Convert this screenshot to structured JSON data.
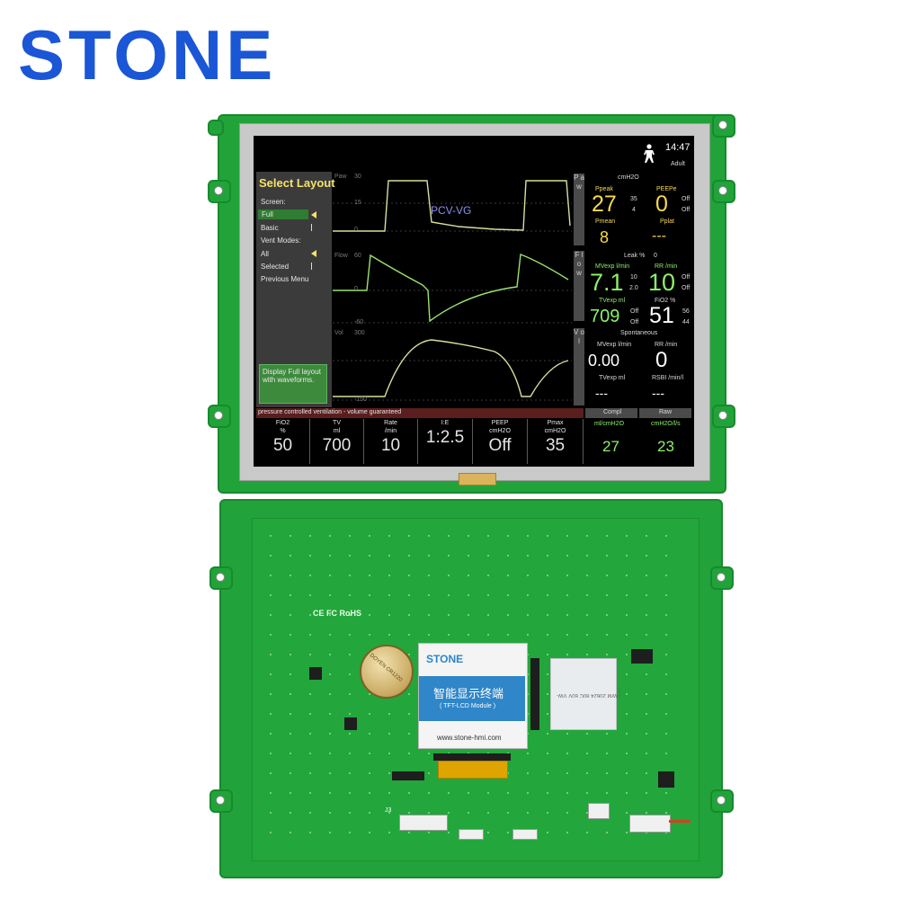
{
  "brand": {
    "name": "STONE",
    "color": "#1a56d6"
  },
  "screen": {
    "clock": "14:47",
    "patient": "Adult",
    "menu": {
      "title": "Select Layout",
      "screen_label": "Screen:",
      "full": "Full",
      "basic": "Basic",
      "vent_modes_label": "Vent Modes:",
      "all": "All",
      "selected": "Selected",
      "previous": "Previous Menu",
      "note": "Display Full layout with waveforms."
    },
    "waveforms": {
      "mode": "PCV-VG",
      "paw_label": "Paw",
      "paw_ticks": [
        "30",
        "15",
        "0"
      ],
      "flow_label": "Flow",
      "flow_ticks": [
        "60",
        "0",
        "-60"
      ],
      "vol_label": "Vol",
      "vol_ticks": [
        "300",
        "-150"
      ]
    },
    "tabs": {
      "paw": "P a w",
      "flow": "F l o w",
      "vol": "V o l"
    },
    "params": {
      "unit_cmh2o": "cmH2O",
      "ppeak_label": "Ppeak",
      "ppeak": "27",
      "ppeak_hi": "35",
      "ppeak_lo": "4",
      "peepe_label": "PEEPe",
      "peepe": "0",
      "peepe_hi": "Off",
      "peepe_lo": "Off",
      "pmean_label": "Pmean",
      "pmean": "8",
      "pplat_label": "Pplat",
      "pplat": "---",
      "leak_label": "Leak %",
      "leak": "0",
      "mvexp_label": "MVexp l/min",
      "mvexp": "7.1",
      "mvexp_hi": "10",
      "mvexp_lo": "2.0",
      "rr_label": "RR /min",
      "rr": "10",
      "rr_hi": "Off",
      "rr_lo": "Off",
      "tvexp_label": "TVexp ml",
      "tvexp": "709",
      "tvexp_hi": "Off",
      "tvexp_lo": "Off",
      "fio2_label": "FiO2 %",
      "fio2": "51",
      "fio2_hi": "56",
      "fio2_lo": "44",
      "spont_label": "Spontaneous",
      "s_mvexp_label": "MVexp l/min",
      "s_mvexp": "0.00",
      "s_rr_label": "RR /min",
      "s_rr": "0",
      "s_tvexp_label": "TVexp ml",
      "s_tvexp": "---",
      "rsbi_label": "RSBI /min/l",
      "rsbi": "---"
    },
    "status_text": "pressure controlled ventilation - volume guaranteed",
    "compl_label": "Compl",
    "raw_label": "Raw",
    "compl_unit": "ml/cmH2O",
    "raw_unit": "cmH2O/l/s",
    "compl_value": "27",
    "raw_value": "23",
    "settings": [
      {
        "h1": "FiO2",
        "h2": "%",
        "v": "50"
      },
      {
        "h1": "TV",
        "h2": "ml",
        "v": "700"
      },
      {
        "h1": "Rate",
        "h2": "/min",
        "v": "10"
      },
      {
        "h1": "I:E",
        "h2": "",
        "v": "1:2.5"
      },
      {
        "h1": "PEEP",
        "h2": "cmH2O",
        "v": "Off"
      },
      {
        "h1": "Pmax",
        "h2": "cmH2O",
        "v": "35"
      }
    ]
  },
  "board": {
    "card_brand": "STONE",
    "card_cn": "智能显示终端",
    "card_module": "( TFT-LCD Module )",
    "card_url": "www.stone-hmi.com",
    "battery_text": "DOYEN CR1220",
    "marks": "CE FC RoHS",
    "j3": "J3",
    "ribbon_text": "AWM 20624 80C 60V VW-1"
  }
}
